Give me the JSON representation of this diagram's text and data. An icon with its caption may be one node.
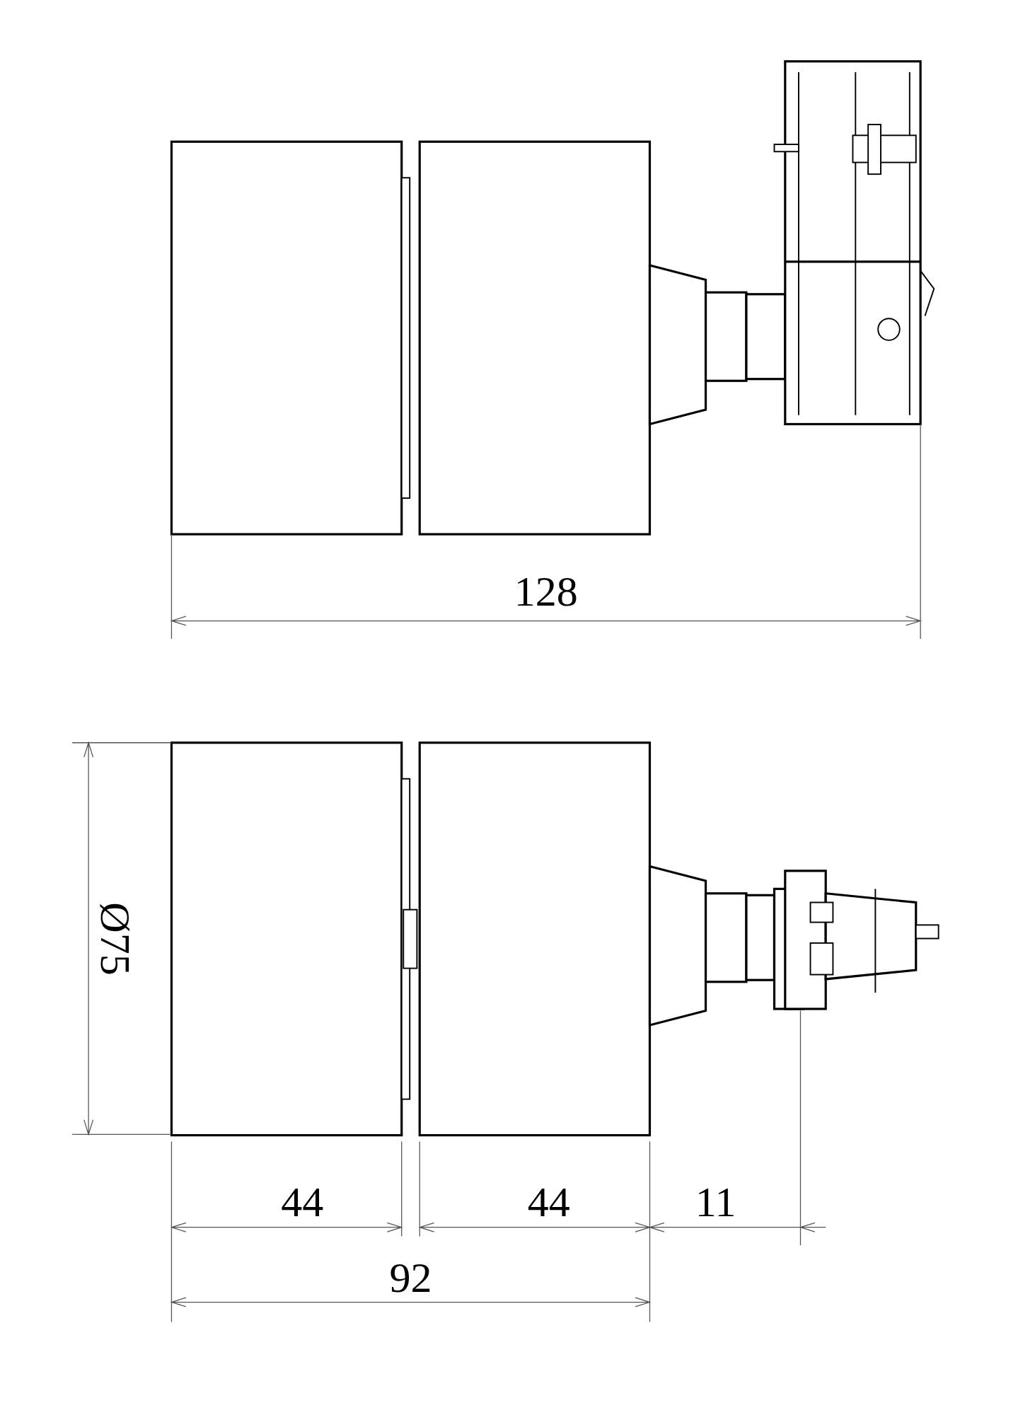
{
  "diagram": {
    "labels": [
      "128",
      "Ø75",
      "44",
      "44",
      "11",
      "92"
    ]
  }
}
